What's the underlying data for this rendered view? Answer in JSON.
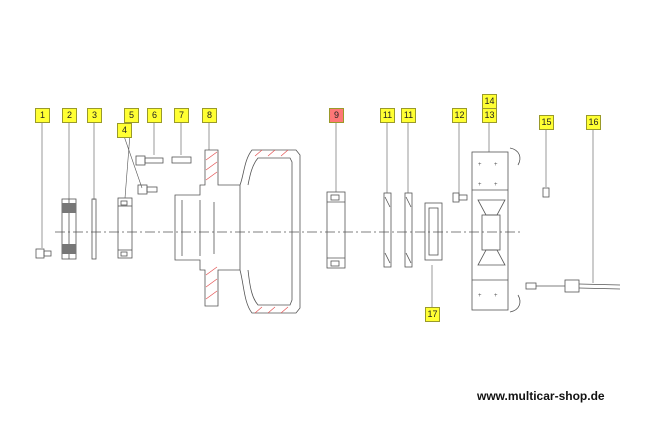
{
  "colors": {
    "callout_fill": "#ffff33",
    "callout_highlight": "#ff7777",
    "line": "#555555",
    "hatch": "#e24a4a"
  },
  "callouts": [
    {
      "label": "1",
      "highlighted": false
    },
    {
      "label": "2",
      "highlighted": false
    },
    {
      "label": "3",
      "highlighted": false
    },
    {
      "label": "4",
      "highlighted": false
    },
    {
      "label": "5",
      "highlighted": false
    },
    {
      "label": "6",
      "highlighted": false
    },
    {
      "label": "7",
      "highlighted": false
    },
    {
      "label": "8",
      "highlighted": false
    },
    {
      "label": "9",
      "highlighted": true
    },
    {
      "label": "11",
      "highlighted": false
    },
    {
      "label": "11",
      "highlighted": false
    },
    {
      "label": "12",
      "highlighted": false
    },
    {
      "label": "14",
      "highlighted": false
    },
    {
      "label": "13",
      "highlighted": false
    },
    {
      "label": "15",
      "highlighted": false
    },
    {
      "label": "16",
      "highlighted": false
    },
    {
      "label": "17",
      "highlighted": false
    }
  ],
  "watermark": "www.multicar-shop.de"
}
